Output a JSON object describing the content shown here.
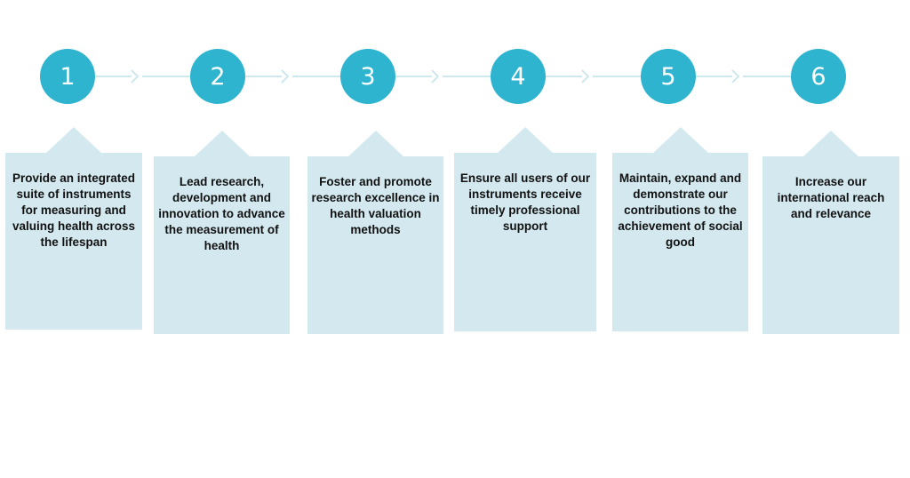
{
  "colors": {
    "circle": "#2eb4cf",
    "box": "#d3e9ef",
    "connector": "#cfe7ef",
    "text": "#111111"
  },
  "steps": [
    {
      "number": "1",
      "text": "Provide  an integrated suite of instruments for measuring and valuing health across the lifespan"
    },
    {
      "number": "2",
      "text": "Lead research, development and innovation to advance the measurement of health"
    },
    {
      "number": "3",
      "text": "Foster and promote research excellence in health valuation methods"
    },
    {
      "number": "4",
      "text": "Ensure all users of our instruments receive timely professional support"
    },
    {
      "number": "5",
      "text": "Maintain,  expand and demonstrate our contributions to the achievement of social good"
    },
    {
      "number": "6",
      "text": "Increase our international reach and relevance"
    }
  ]
}
